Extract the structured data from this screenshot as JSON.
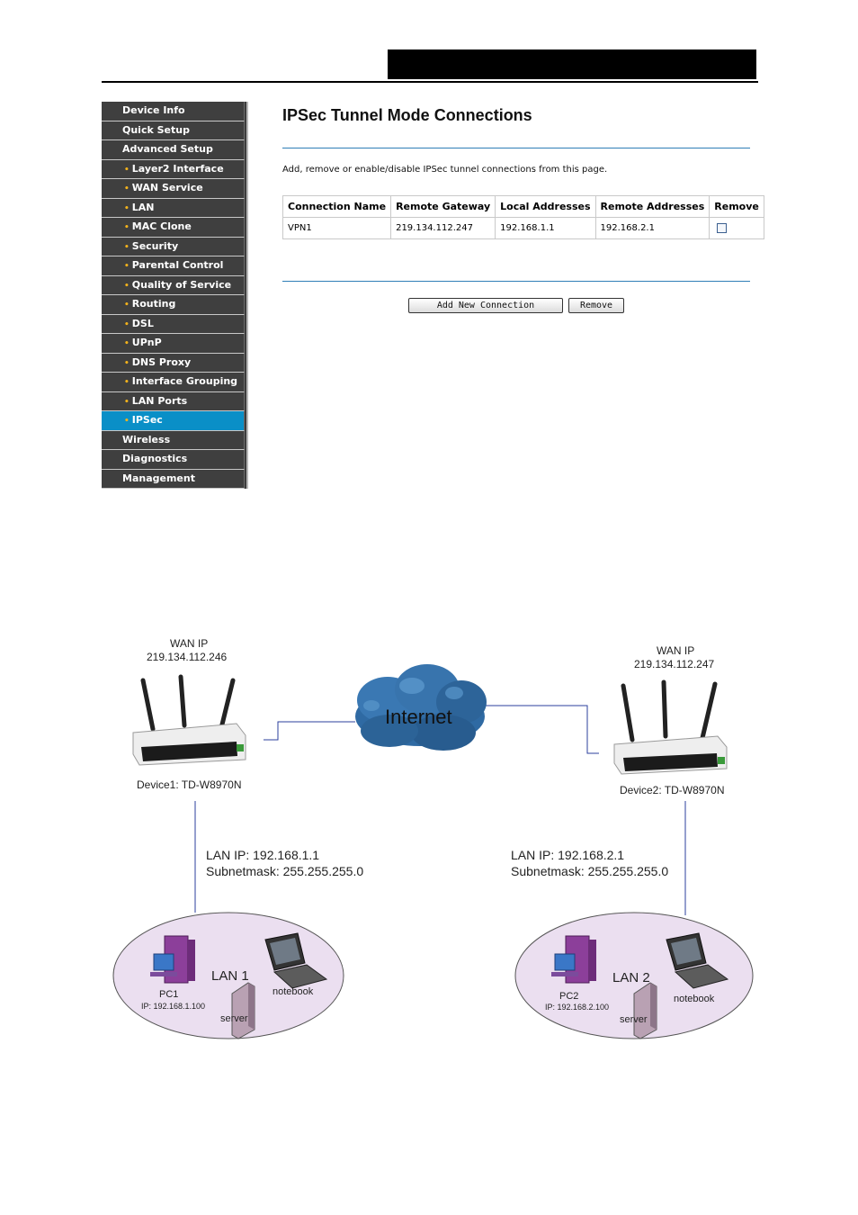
{
  "sidebar": {
    "items": [
      {
        "label": "Device Info",
        "level": "top",
        "active": false
      },
      {
        "label": "Quick Setup",
        "level": "top",
        "active": false
      },
      {
        "label": "Advanced Setup",
        "level": "top",
        "active": false
      },
      {
        "label": "Layer2 Interface",
        "level": "sub",
        "active": false
      },
      {
        "label": "WAN Service",
        "level": "sub",
        "active": false
      },
      {
        "label": "LAN",
        "level": "sub",
        "active": false
      },
      {
        "label": "MAC Clone",
        "level": "sub",
        "active": false
      },
      {
        "label": "Security",
        "level": "sub",
        "active": false
      },
      {
        "label": "Parental Control",
        "level": "sub",
        "active": false
      },
      {
        "label": "Quality of Service",
        "level": "sub",
        "active": false
      },
      {
        "label": "Routing",
        "level": "sub",
        "active": false
      },
      {
        "label": "DSL",
        "level": "sub",
        "active": false
      },
      {
        "label": "UPnP",
        "level": "sub",
        "active": false
      },
      {
        "label": "DNS Proxy",
        "level": "sub",
        "active": false
      },
      {
        "label": "Interface Grouping",
        "level": "sub",
        "active": false
      },
      {
        "label": "LAN Ports",
        "level": "sub",
        "active": false
      },
      {
        "label": "IPSec",
        "level": "sub",
        "active": true
      },
      {
        "label": "Wireless",
        "level": "top",
        "active": false
      },
      {
        "label": "Diagnostics",
        "level": "top",
        "active": false
      },
      {
        "label": "Management",
        "level": "top",
        "active": false
      }
    ],
    "bullet": "•",
    "active_color": "#0a8fc7"
  },
  "main": {
    "title": "IPSec Tunnel Mode Connections",
    "description": "Add, remove or enable/disable IPSec tunnel connections from this page.",
    "table": {
      "headers": [
        "Connection Name",
        "Remote Gateway",
        "Local Addresses",
        "Remote Addresses",
        "Remove"
      ],
      "rows": [
        {
          "name": "VPN1",
          "remote_gateway": "219.134.112.247",
          "local_addresses": "192.168.1.1",
          "remote_addresses": "192.168.2.1",
          "remove_checked": false
        }
      ]
    },
    "add_button": "Add New Connection",
    "remove_button": "Remove"
  },
  "diagram": {
    "device1": {
      "wan_label": "WAN IP",
      "wan_ip": "219.134.112.246",
      "name": "Device1: TD-W8970N",
      "lan_ip": "LAN IP: 192.168.1.1",
      "subnet": "Subnetmask: 255.255.255.0",
      "lan_name": "LAN 1",
      "pc_name": "PC1",
      "pc_ip": "IP: 192.168.1.100",
      "server": "server",
      "notebook": "notebook"
    },
    "device2": {
      "wan_label": "WAN IP",
      "wan_ip": "219.134.112.247",
      "name": "Device2: TD-W8970N",
      "lan_ip": "LAN IP: 192.168.2.1",
      "subnet": "Subnetmask: 255.255.255.0",
      "lan_name": "LAN 2",
      "pc_name": "PC2",
      "pc_ip": "IP: 192.168.2.100",
      "server": "server",
      "notebook": "notebook"
    },
    "cloud_label": "Internet",
    "colors": {
      "cloud": "#2a5f93",
      "lan_ellipse": "#ebdff0",
      "link": "#2b3f9e"
    }
  }
}
